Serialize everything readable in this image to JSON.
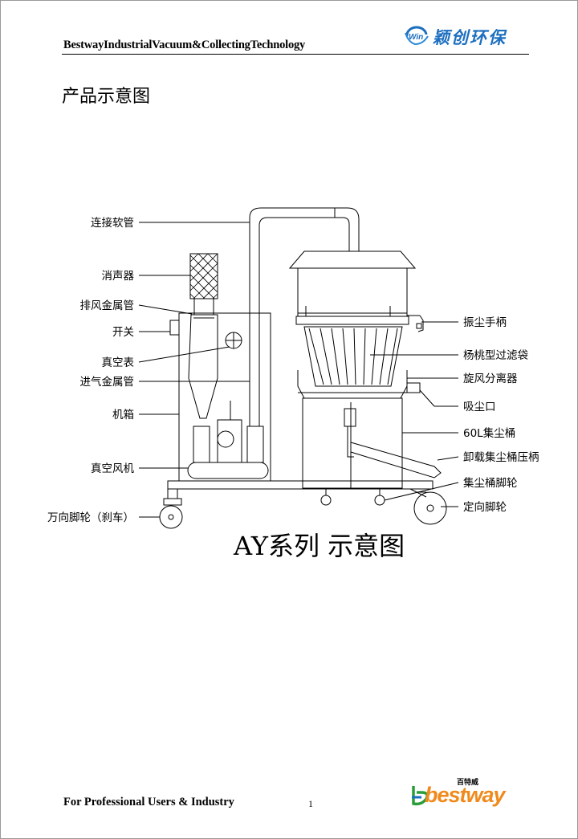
{
  "header": {
    "company": "BestwayIndustrialVacuum&CollectingTechnology",
    "logo_text": "颖创环保",
    "logo_mark": "Win",
    "logo_color": "#1d6fc0"
  },
  "section_title": "产品示意图",
  "diagram": {
    "title": "AY系列  示意图",
    "labels_left": [
      "连接软管",
      "消声器",
      "排风金属管",
      "开关",
      "真空表",
      "进气金属管",
      "机箱",
      "真空风机",
      "万向脚轮（刹车）"
    ],
    "labels_right": [
      "振尘手柄",
      "杨桃型过滤袋",
      "旋风分离器",
      "吸尘口",
      "60L集尘桶",
      "卸载集尘桶压柄",
      "集尘桶脚轮",
      "定向脚轮"
    ]
  },
  "footer": {
    "left": "For Professional Users & Industry",
    "page_number": "1",
    "logo_cn": "百特威",
    "logo_text": "bestway",
    "logo_color": "#f08a1c"
  }
}
